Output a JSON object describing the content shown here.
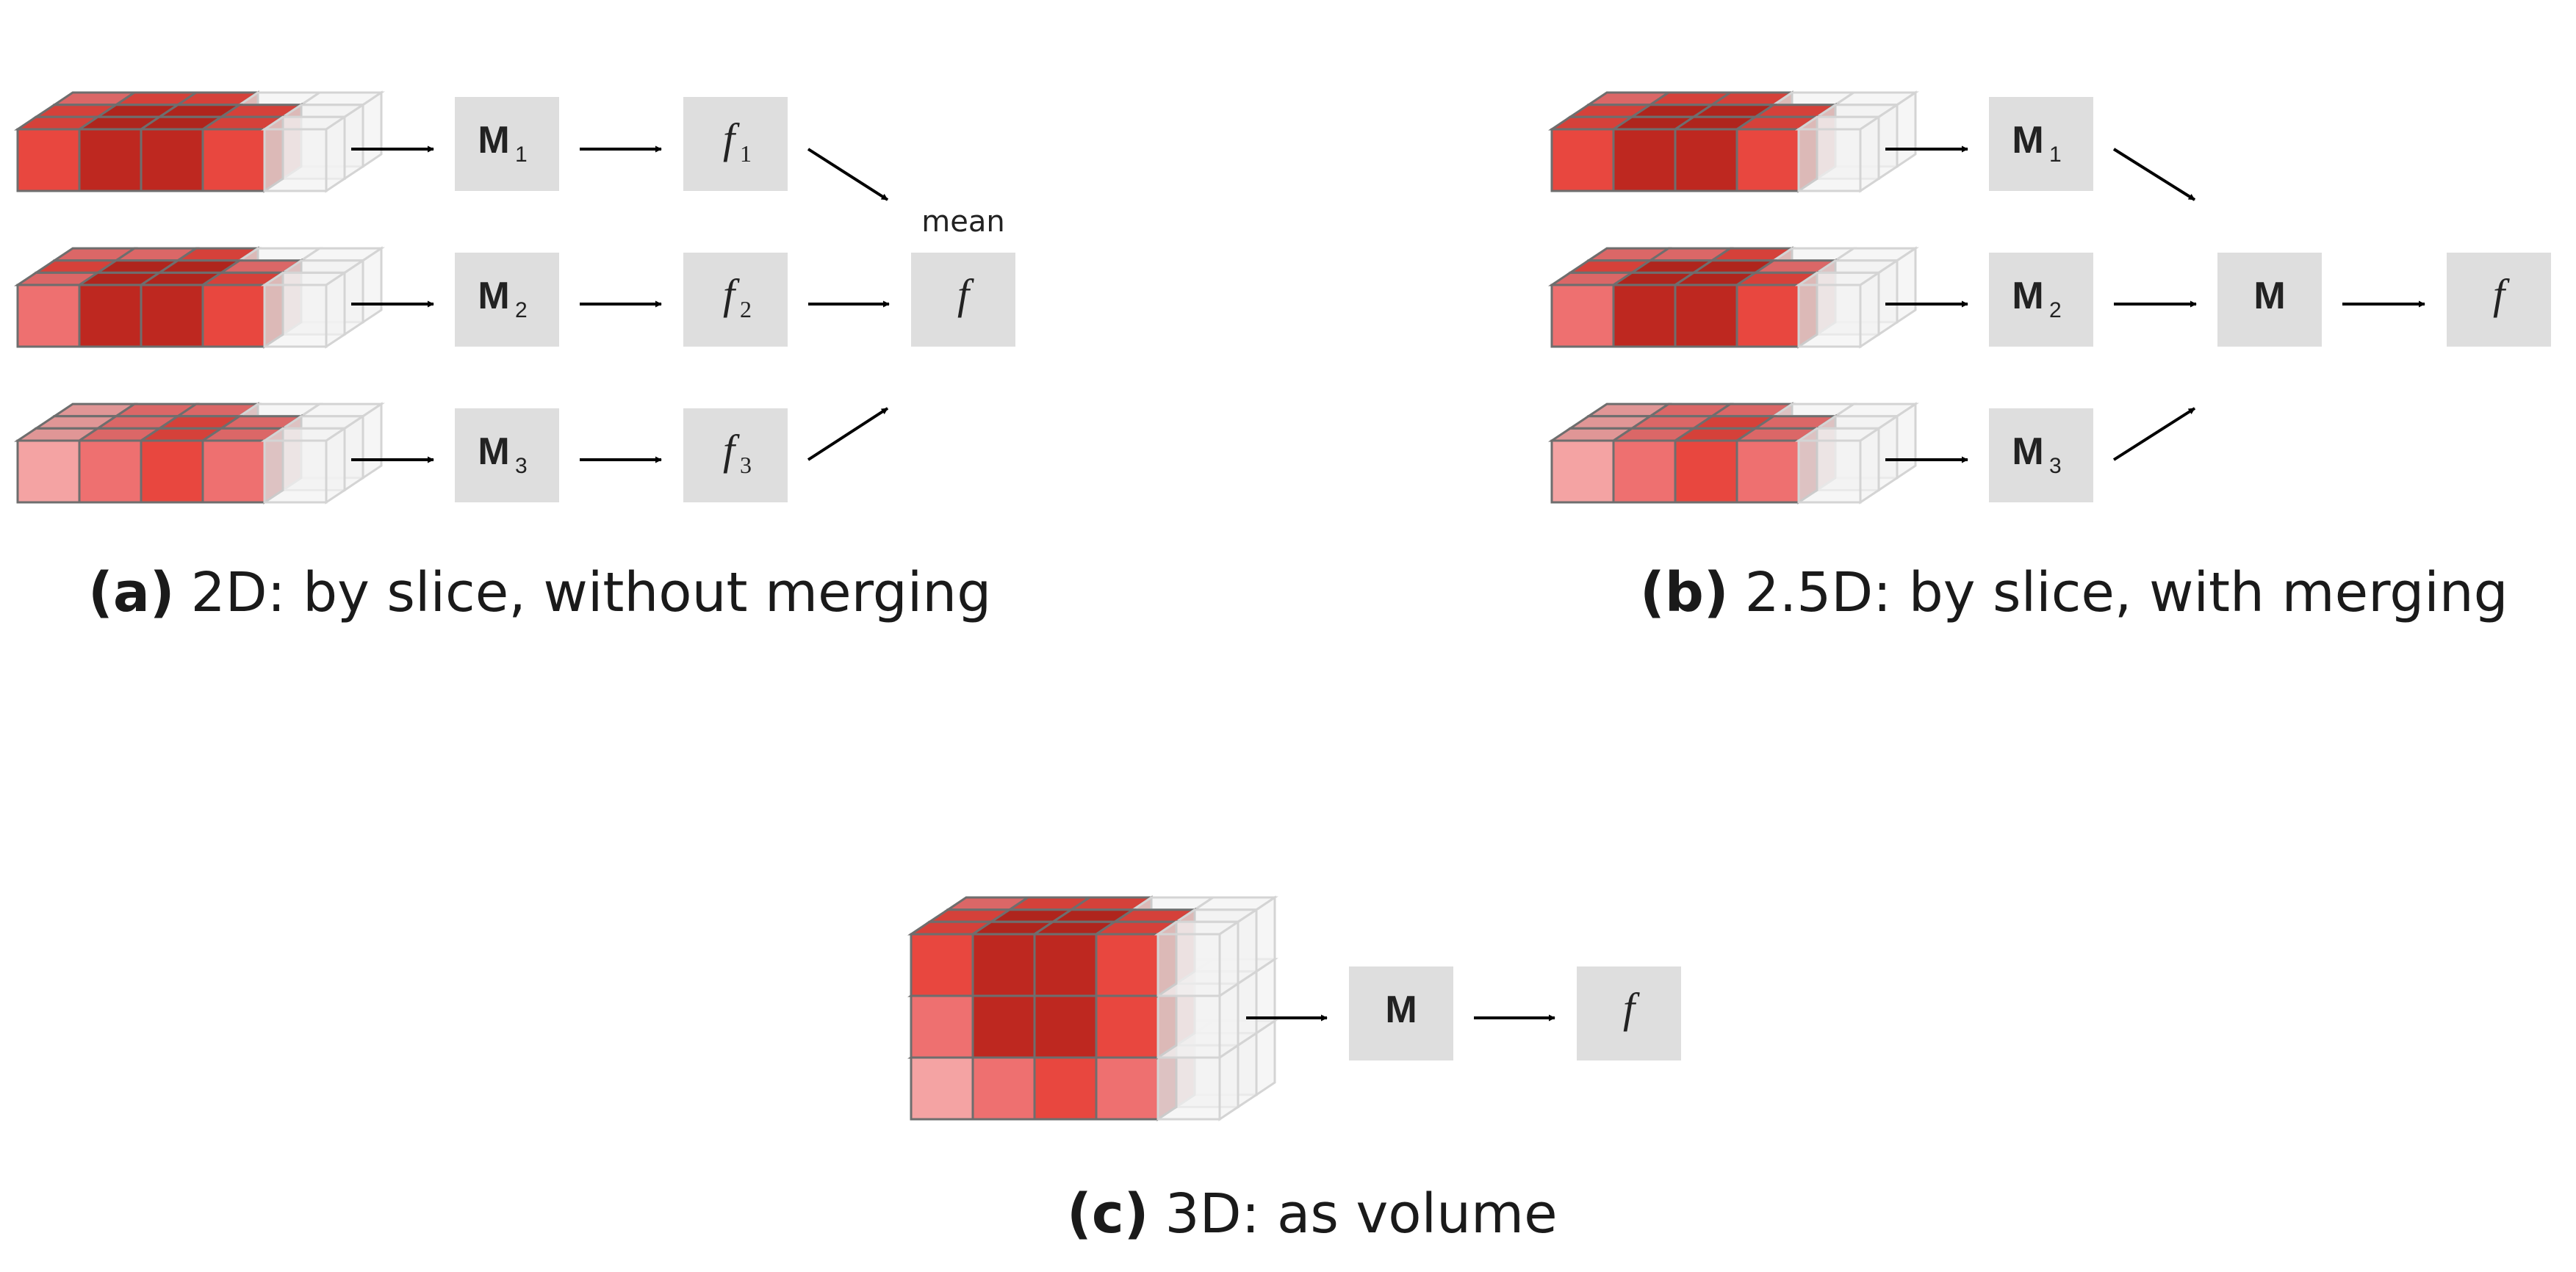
{
  "palette": {
    "c1": "#f4a3a3",
    "c2": "#ee7070",
    "c3": "#e8473f",
    "c4": "#be2820",
    "c5": "#9a1710",
    "ghost": "#f2f2f2",
    "edge": "#6e6e6e",
    "box": "#dedede"
  },
  "icons": [
    "voxel-slice-stack-icon",
    "voxel-volume-icon",
    "arrow-icon"
  ],
  "panels": {
    "a": {
      "label": "(a)",
      "caption": "2D: by slice, without merging",
      "models": [
        {
          "name": "M",
          "sub": "1"
        },
        {
          "name": "M",
          "sub": "2"
        },
        {
          "name": "M",
          "sub": "3"
        }
      ],
      "features": [
        {
          "name": "f",
          "sub": "1"
        },
        {
          "name": "f",
          "sub": "2"
        },
        {
          "name": "f",
          "sub": "3"
        }
      ],
      "aggregator_label": "mean",
      "output": "f"
    },
    "b": {
      "label": "(b)",
      "caption": "2.5D: by slice, with merging",
      "models": [
        {
          "name": "M",
          "sub": "1"
        },
        {
          "name": "M",
          "sub": "2"
        },
        {
          "name": "M",
          "sub": "3"
        }
      ],
      "merged_model": "M",
      "output": "f"
    },
    "c": {
      "label": "(c)",
      "caption": "3D: as volume",
      "model": "M",
      "output": "f"
    }
  }
}
